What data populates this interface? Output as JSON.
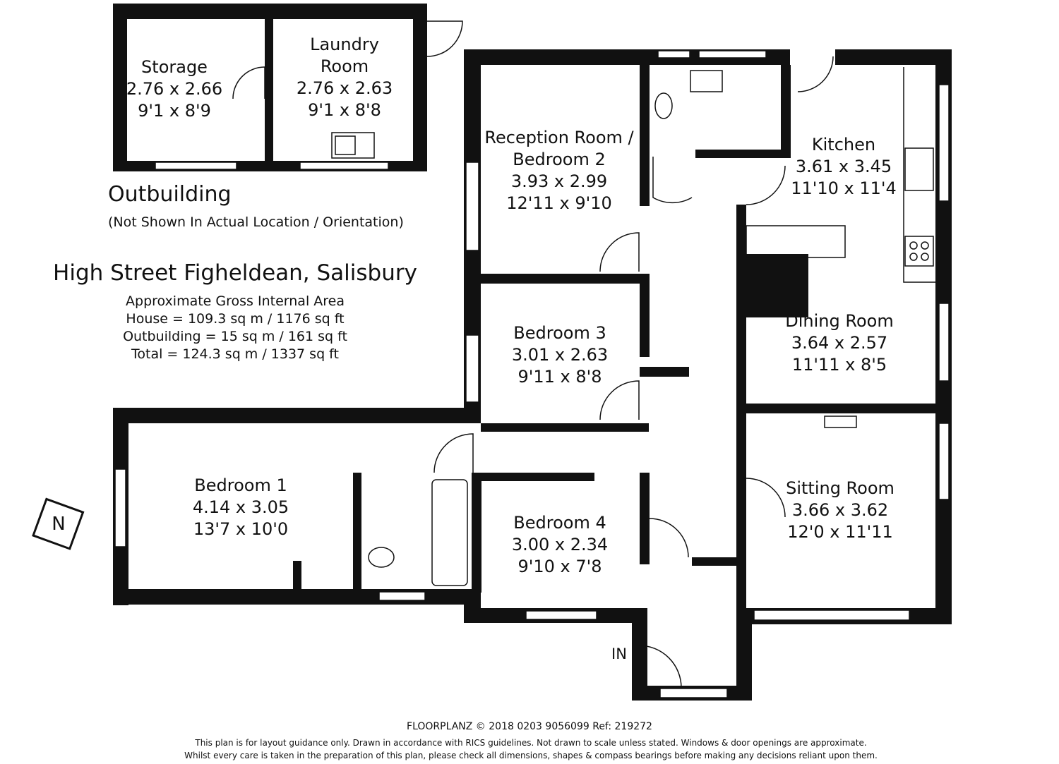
{
  "rooms": {
    "storage": {
      "name": "Storage",
      "metric": "2.76 x 2.66",
      "imperial": "9'1 x 8'9"
    },
    "laundry": {
      "name1": "Laundry",
      "name2": "Room",
      "metric": "2.76 x 2.63",
      "imperial": "9'1 x 8'8"
    },
    "reception": {
      "name1": "Reception Room /",
      "name2": "Bedroom 2",
      "metric": "3.93 x 2.99",
      "imperial": "12'11 x 9'10"
    },
    "kitchen": {
      "name": "Kitchen",
      "metric": "3.61 x 3.45",
      "imperial": "11'10 x 11'4"
    },
    "bedroom3": {
      "name": "Bedroom 3",
      "metric": "3.01 x 2.63",
      "imperial": "9'11 x 8'8"
    },
    "dining": {
      "name": "Dining Room",
      "metric": "3.64 x 2.57",
      "imperial": "11'11 x 8'5"
    },
    "bedroom1": {
      "name": "Bedroom 1",
      "metric": "4.14 x 3.05",
      "imperial": "13'7 x 10'0"
    },
    "bedroom4": {
      "name": "Bedroom 4",
      "metric": "3.00 x 2.34",
      "imperial": "9'10 x 7'8"
    },
    "sitting": {
      "name": "Sitting Room",
      "metric": "3.66 x 3.62",
      "imperial": "12'0 x 11'11"
    }
  },
  "outbuilding": {
    "title": "Outbuilding",
    "note": "(Not Shown In Actual Location / Orientation)"
  },
  "property": {
    "address": "High Street Figheldean, Salisbury",
    "area_heading": "Approximate Gross Internal Area",
    "house": "House  = 109.3 sq m / 1176 sq ft",
    "outbuilding": "Outbuilding = 15 sq m / 161 sq ft",
    "total": "Total = 124.3 sq m / 1337 sq ft"
  },
  "entrance_label": "IN",
  "compass_letter": "N",
  "footer": {
    "credit": "FLOORPLANZ © 2018    0203 9056099    Ref: 219272",
    "line1": "This plan is for layout guidance only. Drawn in accordance with RICS guidelines. Not drawn to scale unless stated. Windows & door openings are approximate.",
    "line2": "Whilst every care is taken in the preparation of this plan, please check all dimensions, shapes & compass bearings before making any decisions reliant upon them."
  },
  "colors": {
    "wall": "#111111",
    "window": "#ffffff",
    "background": "#ffffff"
  }
}
